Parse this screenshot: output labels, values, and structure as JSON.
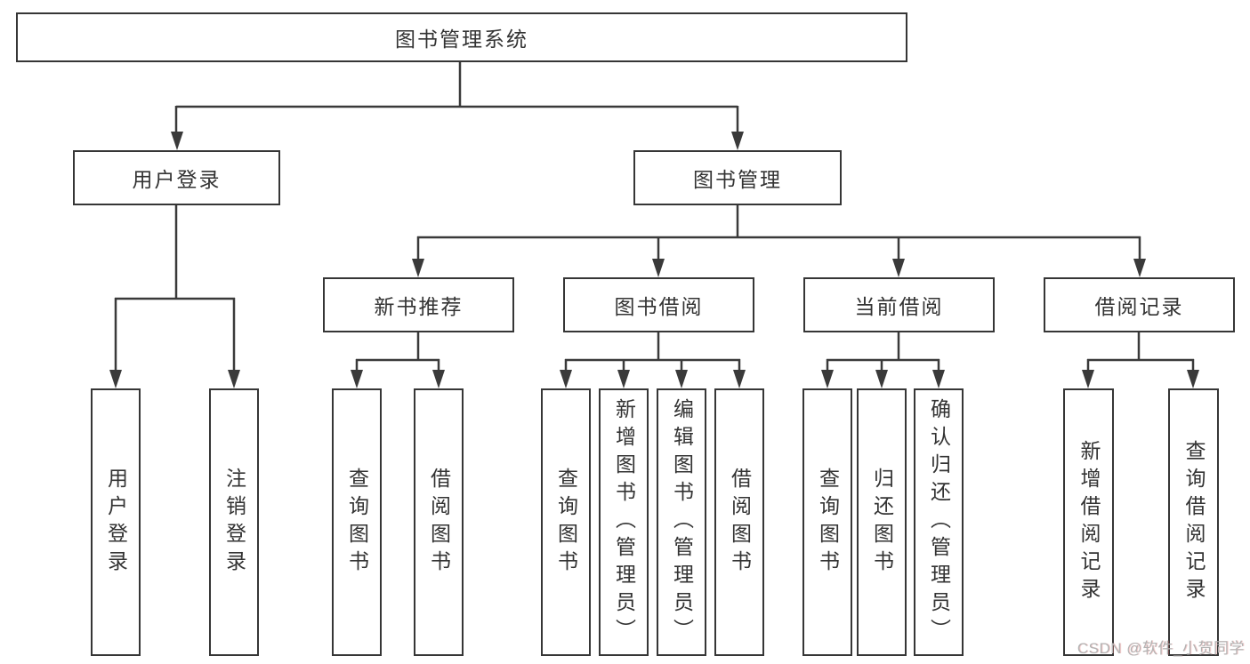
{
  "tree": {
    "root": "图书管理系统",
    "branches": [
      {
        "label": "用户登录",
        "leaves": [
          "用户登录",
          "注销登录"
        ]
      },
      {
        "label": "图书管理",
        "sections": [
          {
            "label": "新书推荐",
            "leaves": [
              "查询图书",
              "借阅图书"
            ]
          },
          {
            "label": "图书借阅",
            "leaves": [
              "查询图书",
              "新增图书（管理员）",
              "编辑图书（管理员）",
              "借阅图书"
            ]
          },
          {
            "label": "当前借阅",
            "leaves": [
              "查询图书",
              "归还图书",
              "确认归还（管理员）"
            ]
          },
          {
            "label": "借阅记录",
            "leaves": [
              "新增借阅记录",
              "查询借阅记录"
            ]
          }
        ]
      }
    ]
  },
  "watermark": {
    "text": "CSDN @软件_小贺同学"
  },
  "colors": {
    "background": "#ffffff",
    "box_border": "#363636",
    "connector_line": "#3a3a3a",
    "text": "#333333",
    "watermark_text": "#b3b3b3"
  }
}
